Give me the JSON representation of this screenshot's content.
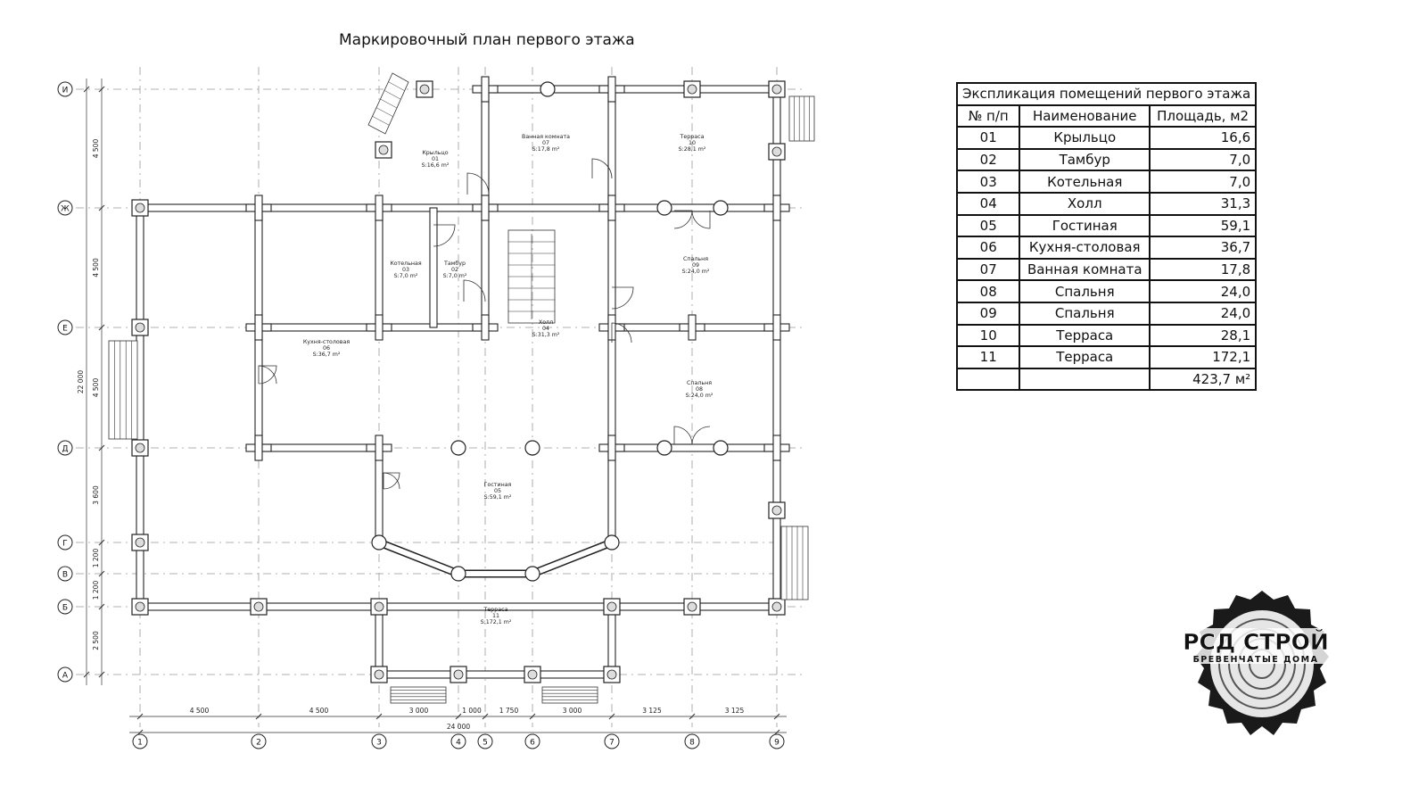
{
  "plan": {
    "title": "Маркировочный план первого этажа",
    "axes_cols": [
      "1",
      "2",
      "3",
      "4",
      "5",
      "6",
      "7",
      "8",
      "9"
    ],
    "axes_rows": [
      "И",
      "Ж",
      "Е",
      "Д",
      "Г",
      "В",
      "Б",
      "А"
    ],
    "dims_bottom": [
      "4 500",
      "4 500",
      "3 000",
      "1 000",
      "1 750",
      "3 000",
      "3 125",
      "3 125"
    ],
    "overall_bottom": "24 000",
    "dims_left": [
      "4 500",
      "4 500",
      "4 500",
      "3 600",
      "1 200",
      "1 200",
      "2 500"
    ],
    "overall_left": "22 000",
    "rooms": [
      {
        "name": "Крыльцо",
        "num": "01",
        "area": "S:16,6 m²"
      },
      {
        "name": "Ванная комната",
        "num": "07",
        "area": "S:17,8 m²"
      },
      {
        "name": "Терраса",
        "num": "10",
        "area": "S:28,1 m²"
      },
      {
        "name": "Котельная",
        "num": "03",
        "area": "S:7,0 m²"
      },
      {
        "name": "Тамбур",
        "num": "02",
        "area": "S:7,0 m²"
      },
      {
        "name": "Спальня",
        "num": "09",
        "area": "S:24,0 m²"
      },
      {
        "name": "Кухня-столовая",
        "num": "06",
        "area": "S:36,7 m²"
      },
      {
        "name": "Холл",
        "num": "04",
        "area": "S:31,3 m²"
      },
      {
        "name": "Спальня",
        "num": "08",
        "area": "S:24,0 m²"
      },
      {
        "name": "Гостиная",
        "num": "05",
        "area": "S:59,1 m²"
      },
      {
        "name": "Терраса",
        "num": "11",
        "area": "S:172,1 m²"
      }
    ]
  },
  "schedule": {
    "title": "Экспликация помещений первого этажа",
    "headers": [
      "№ п/п",
      "Наименование",
      "Площадь, м2"
    ],
    "rows": [
      [
        "01",
        "Крыльцо",
        "16,6"
      ],
      [
        "02",
        "Тамбур",
        "7,0"
      ],
      [
        "03",
        "Котельная",
        "7,0"
      ],
      [
        "04",
        "Холл",
        "31,3"
      ],
      [
        "05",
        "Гостиная",
        "59,1"
      ],
      [
        "06",
        "Кухня-столовая",
        "36,7"
      ],
      [
        "07",
        "Ванная комната",
        "17,8"
      ],
      [
        "08",
        "Спальня",
        "24,0"
      ],
      [
        "09",
        "Спальня",
        "24,0"
      ],
      [
        "10",
        "Терраса",
        "28,1"
      ],
      [
        "11",
        "Терраса",
        "172,1"
      ]
    ],
    "total": "423,7 м²"
  },
  "logo": {
    "title": "РСД СТРОЙ",
    "subtitle": "БРЕВЕНЧАТЫЕ ДОМА"
  }
}
